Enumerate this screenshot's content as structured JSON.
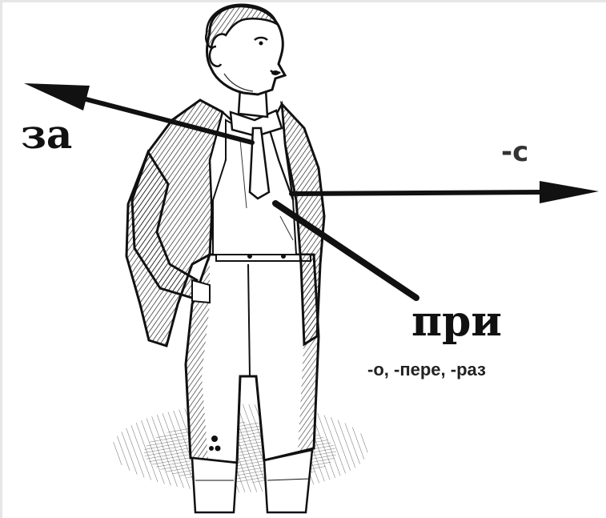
{
  "labels": {
    "left": "за",
    "right": "-с",
    "bottom": "при",
    "bottom_sub": "-о, -пере, -раз"
  },
  "colors": {
    "background": "#ffffff",
    "ink": "#111111",
    "arrow": "#111111"
  },
  "illustration": {
    "icon": "boy-standing-illustration"
  }
}
